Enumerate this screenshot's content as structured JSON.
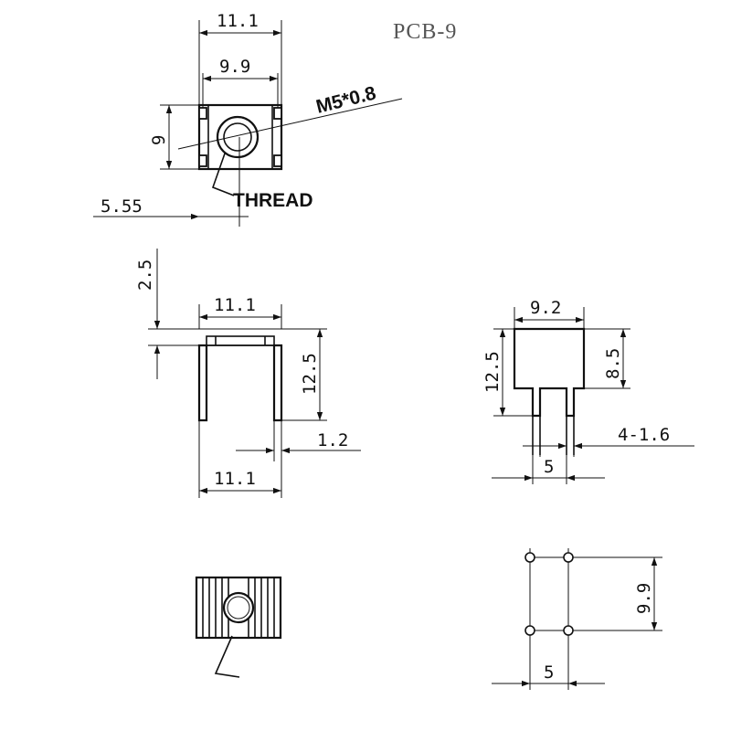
{
  "title": "PCB-9",
  "colors": {
    "line": "#111111",
    "title": "#555555",
    "background": "#ffffff"
  },
  "top_view": {
    "outer_width": "11.1",
    "inner_width": "9.9",
    "height": "9",
    "thread_spec": "M5*0.8",
    "thread_label": "THREAD",
    "offset": "5.55"
  },
  "front_view": {
    "top_offset": "2.5",
    "top_width": "11.1",
    "height": "12.5",
    "leg_thickness": "1.2",
    "bottom_width": "11.1"
  },
  "side_view": {
    "width": "9.2",
    "total_height": "12.5",
    "body_height": "8.5",
    "pins": "4-1.6",
    "pin_spacing": "5"
  },
  "footprint": {
    "vertical_spacing": "9.9",
    "horizontal_spacing": "5"
  }
}
